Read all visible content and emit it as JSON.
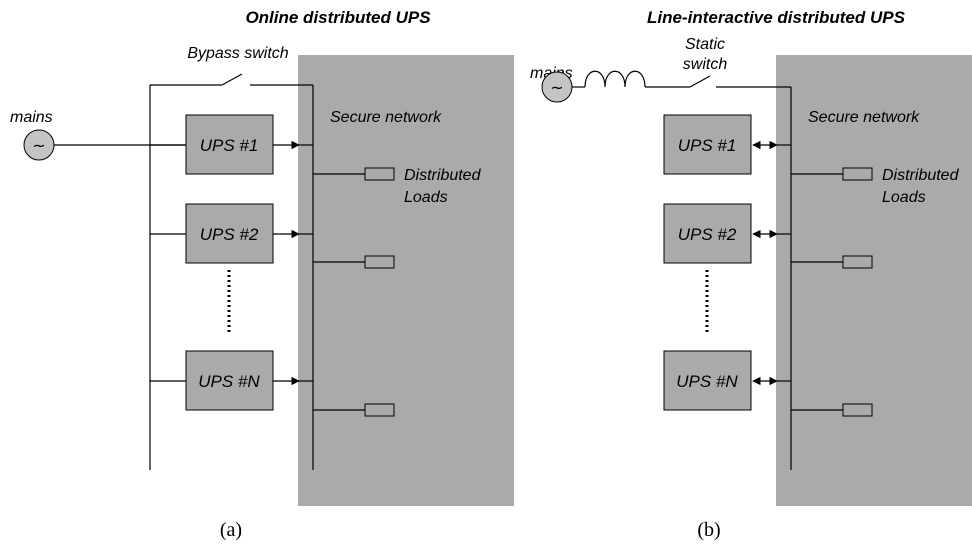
{
  "panel_a": {
    "title": "Online distributed UPS",
    "caption": "(a)",
    "mains_label": "mains",
    "bypass_label": "Bypass switch",
    "network_label": "Secure network",
    "loads_label_1": "Distributed",
    "loads_label_2": "Loads",
    "ups_labels": [
      "UPS #1",
      "UPS #2",
      "UPS #N"
    ]
  },
  "panel_b": {
    "title": "Line-interactive distributed UPS",
    "caption": "(b)",
    "mains_label": "mains",
    "static_label_1": "Static",
    "static_label_2": "switch",
    "network_label": "Secure network",
    "loads_label_1": "Distributed",
    "loads_label_2": "Loads",
    "ups_labels": [
      "UPS #1",
      "UPS #2",
      "UPS #N"
    ]
  },
  "tilde_symbol": "~",
  "colors": {
    "network": "#aaaaaa",
    "ups_box": "#aaaaaa",
    "mains_circle": "#c4c4c4"
  }
}
